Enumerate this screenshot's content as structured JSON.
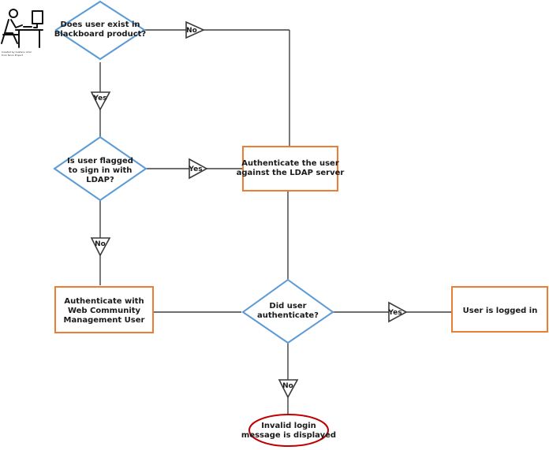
{
  "colors": {
    "decision_stroke": "#5b9bd5",
    "process_stroke": "#ed7d31",
    "terminal_stroke": "#c00000",
    "connector": "#3f3f3f"
  },
  "icon": {
    "name": "person-at-computer-icon",
    "caption": [
      "Created by Gustavo Ariel",
      "from Noun Project"
    ]
  },
  "decisions": {
    "user_exists": [
      "Does user exist in",
      "Blackboard product?"
    ],
    "ldap_flagged": [
      "Is user flagged",
      "to sign in with",
      "LDAP?"
    ],
    "authenticated": [
      "Did user",
      "authenticate?"
    ]
  },
  "processes": {
    "ldap_auth": [
      "Authenticate the user",
      "against the LDAP server"
    ],
    "web_community": [
      "Authenticate with",
      "Web Community",
      "Management User"
    ],
    "logged_in": [
      "User is logged in"
    ]
  },
  "terminal": {
    "invalid_login": [
      "Invalid login",
      "message is displayed"
    ]
  },
  "labels": {
    "exists_no": "No",
    "exists_yes": "Yes",
    "ldap_yes": "Yes",
    "ldap_no": "No",
    "auth_yes": "Yes",
    "auth_no": "No"
  }
}
